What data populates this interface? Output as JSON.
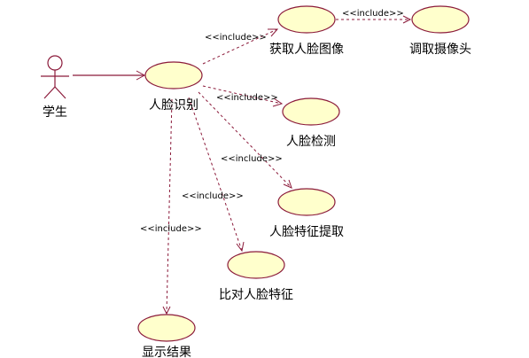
{
  "actor": {
    "label": "学生"
  },
  "use_cases": {
    "face_recognition": "人脸识别",
    "get_face_image": "获取人脸图像",
    "open_camera": "调取摄像头",
    "face_detection": "人脸检测",
    "feature_extraction": "人脸特征提取",
    "compare_features": "比对人脸特征",
    "show_result": "显示结果"
  },
  "relationships": {
    "include_label": "<<include>>"
  },
  "colors": {
    "line": "#8b1a3a",
    "usecase_fill": "#ffffcc",
    "text": "#000000"
  }
}
